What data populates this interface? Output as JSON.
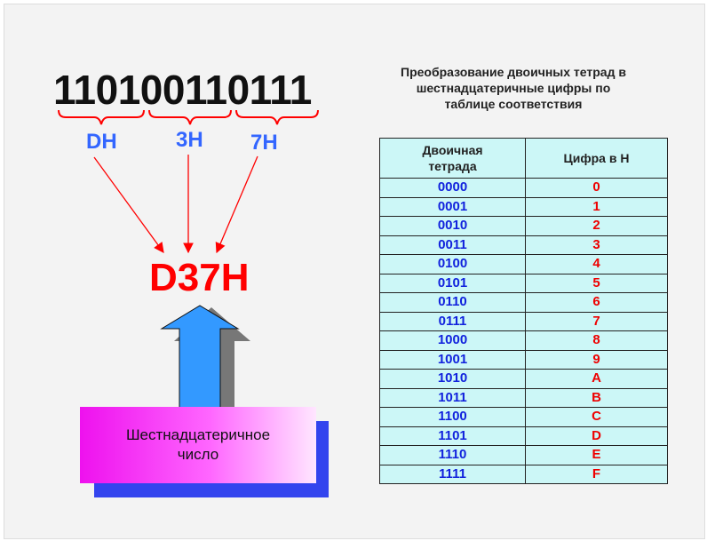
{
  "binary_number": "110100110111",
  "groups": [
    {
      "label": "DH"
    },
    {
      "label": "3H"
    },
    {
      "label": "7H"
    }
  ],
  "result": "D37H",
  "box_label_line1": "Шестнадцатеричное",
  "box_label_line2": "число",
  "caption": {
    "line1": "Преобразование двоичных тетрад в",
    "line2": "шестнадцатеричные цифры по",
    "line3": "таблице соответствия"
  },
  "table": {
    "header_binary_line1": "Двоичная",
    "header_binary_line2": "тетрада",
    "header_hex": "Цифра в H",
    "rows": [
      {
        "bin": "0000",
        "hex": "0"
      },
      {
        "bin": "0001",
        "hex": "1"
      },
      {
        "bin": "0010",
        "hex": "2"
      },
      {
        "bin": "0011",
        "hex": "3"
      },
      {
        "bin": "0100",
        "hex": "4"
      },
      {
        "bin": "0101",
        "hex": "5"
      },
      {
        "bin": "0110",
        "hex": "6"
      },
      {
        "bin": "0111",
        "hex": "7"
      },
      {
        "bin": "1000",
        "hex": "8"
      },
      {
        "bin": "1001",
        "hex": "9"
      },
      {
        "bin": "1010",
        "hex": "A"
      },
      {
        "bin": "1011",
        "hex": "B"
      },
      {
        "bin": "1100",
        "hex": "C"
      },
      {
        "bin": "1101",
        "hex": "D"
      },
      {
        "bin": "1110",
        "hex": "E"
      },
      {
        "bin": "1111",
        "hex": "F"
      }
    ]
  },
  "colors": {
    "binary_text": "#111111",
    "group_label": "#3366ff",
    "result": "#ff0000",
    "bracket": "#ff0000",
    "arrow_line": "#ff0000",
    "big_arrow": "#3399ff",
    "big_arrow_shadow": "#777777",
    "table_bg": "#ccf7f7",
    "table_binary": "#1122dd",
    "table_hex": "#ee0000",
    "box_shadow": "#3344ee"
  }
}
